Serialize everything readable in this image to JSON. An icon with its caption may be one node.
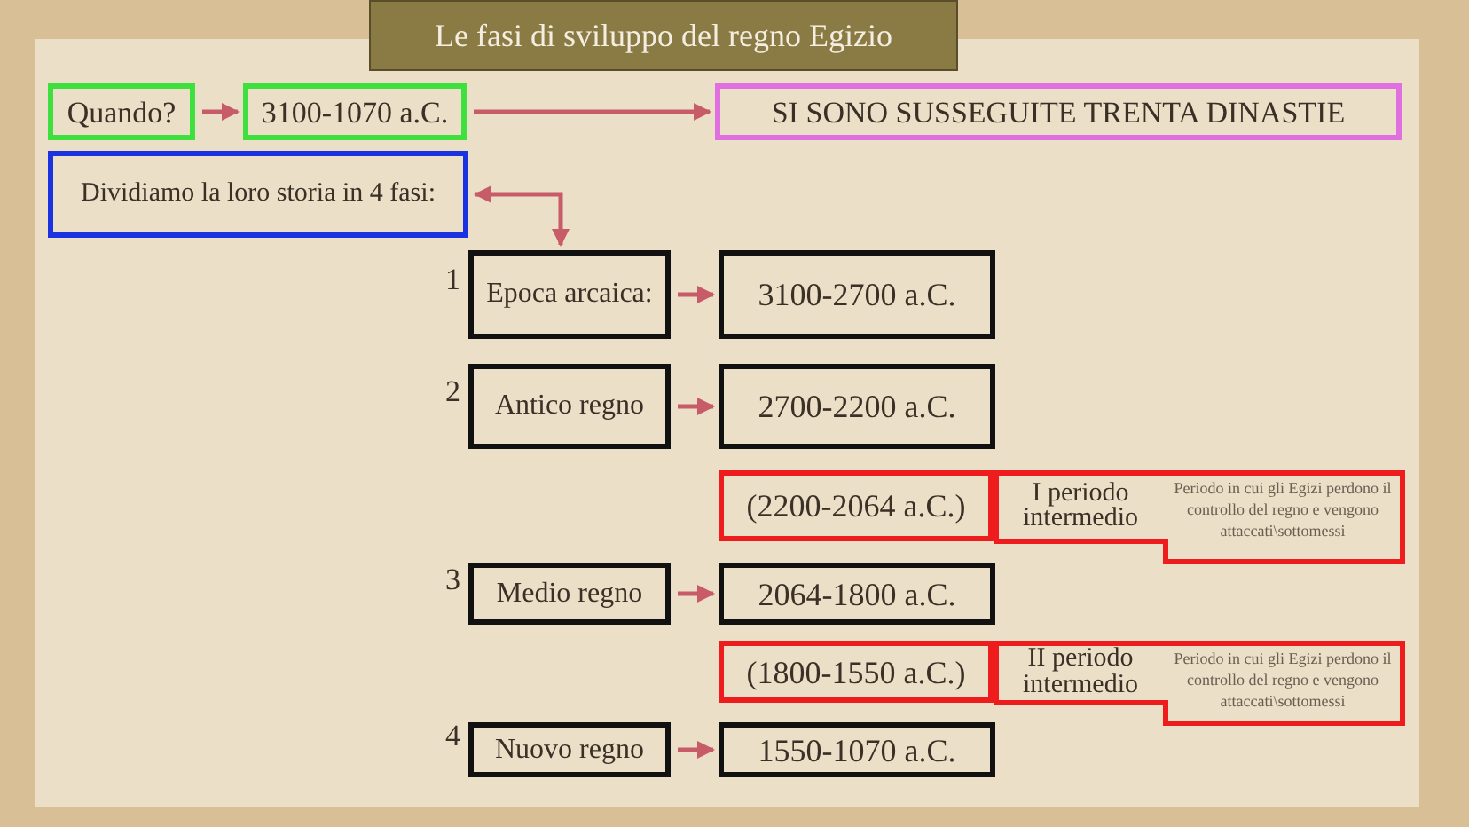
{
  "diagram": {
    "title": "Le fasi di sviluppo del regno Egizio",
    "nodes": [
      {
        "text": [
          "Quando?"
        ]
      },
      {
        "text": [
          "3100-1070 a.C."
        ]
      },
      {
        "text": [
          "SI SONO SUSSEGUITE TRENTA DINASTIE"
        ]
      },
      {
        "text": [
          "Dividiamo la loro storia in  4 fasi:"
        ]
      },
      {
        "text": [
          "Epoca arcaica:"
        ],
        "beside": [
          "1"
        ]
      },
      {
        "text": [
          "3100-2700 a.C."
        ]
      },
      {
        "text": [
          "Antico regno"
        ],
        "beside": [
          "2"
        ]
      },
      {
        "text": [
          "2700-2200 a.C."
        ]
      },
      {
        "text": [
          "(2200-2064 a.C.)"
        ]
      },
      {
        "text": [
          "I periodo intermedio",
          "Periodo in cui gli Egizi perdono il controllo del regno e vengono attaccati\\sottomessi"
        ]
      },
      {
        "text": [
          "Medio regno"
        ],
        "beside": [
          "3"
        ]
      },
      {
        "text": [
          "2064-1800 a.C."
        ]
      },
      {
        "text": [
          "(1800-1550 a.C.)"
        ]
      },
      {
        "text": [
          "II periodo intermedio",
          "Periodo in cui gli Egizi perdono il controllo del regno e vengono attaccati\\sottomessi"
        ]
      },
      {
        "text": [
          "Nuovo regno"
        ],
        "beside": [
          "4"
        ]
      },
      {
        "text": [
          "1550-1070 a.C."
        ]
      }
    ],
    "edges": [
      {
        "from": 0,
        "to": 1,
        "arrow": "to"
      },
      {
        "from": 1,
        "to": 2,
        "arrow": "to"
      },
      {
        "from": 3,
        "to": 4,
        "arrow": "both"
      },
      {
        "from": 4,
        "to": 5,
        "arrow": "to"
      },
      {
        "from": 6,
        "to": 7,
        "arrow": "to"
      },
      {
        "from": 10,
        "to": 11,
        "arrow": "to"
      },
      {
        "from": 14,
        "to": 15,
        "arrow": "to"
      }
    ]
  }
}
